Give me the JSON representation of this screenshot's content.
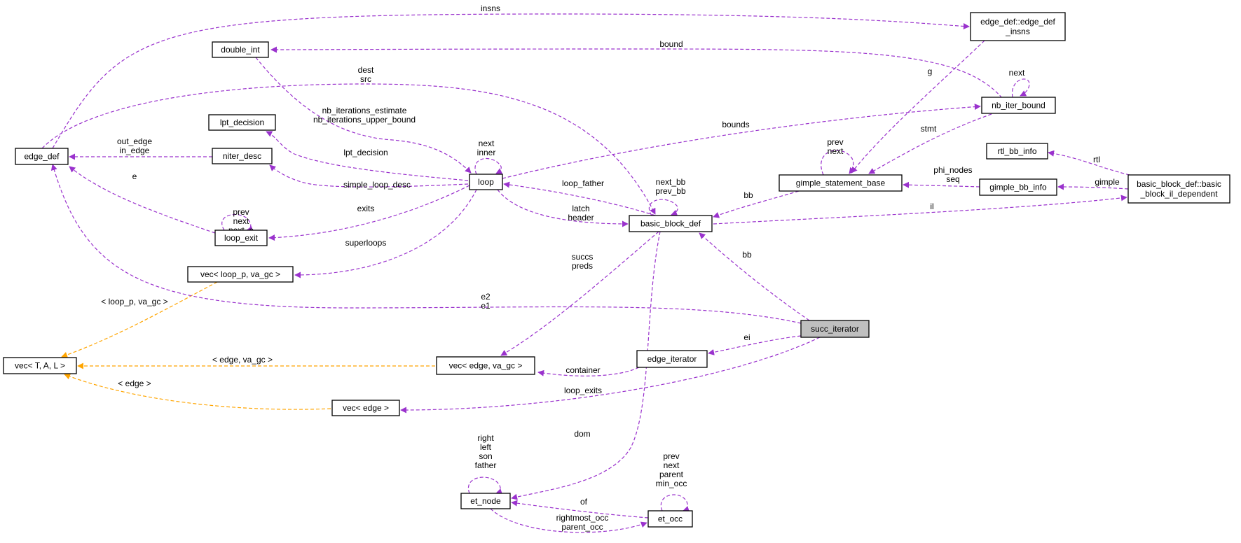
{
  "colors": {
    "member": "#9a32cd",
    "template": "#ffa500",
    "highlight_fill": "#bfbfbf"
  },
  "nodes": [
    {
      "id": "edge_def_insns",
      "lines": [
        "edge_def::edge_def",
        "_insns"
      ]
    },
    {
      "id": "double_int",
      "lines": [
        "double_int"
      ]
    },
    {
      "id": "lpt_decision",
      "lines": [
        "lpt_decision"
      ]
    },
    {
      "id": "edge_def",
      "lines": [
        "edge_def"
      ]
    },
    {
      "id": "niter_desc",
      "lines": [
        "niter_desc"
      ]
    },
    {
      "id": "loop",
      "lines": [
        "loop"
      ]
    },
    {
      "id": "nb_iter_bound",
      "lines": [
        "nb_iter_bound"
      ]
    },
    {
      "id": "rtl_bb_info",
      "lines": [
        "rtl_bb_info"
      ]
    },
    {
      "id": "gimple_statement_base",
      "lines": [
        "gimple_statement_base"
      ]
    },
    {
      "id": "gimple_bb_info",
      "lines": [
        "gimple_bb_info"
      ]
    },
    {
      "id": "basic_block_il_dependent",
      "lines": [
        "basic_block_def::basic",
        "_block_il_dependent"
      ]
    },
    {
      "id": "loop_exit",
      "lines": [
        "loop_exit"
      ]
    },
    {
      "id": "basic_block_def",
      "lines": [
        "basic_block_def"
      ]
    },
    {
      "id": "vec_loop_p",
      "lines": [
        "vec< loop_p, va_gc >"
      ]
    },
    {
      "id": "succ_iterator",
      "lines": [
        "succ_iterator"
      ],
      "highlight": true
    },
    {
      "id": "vec_tal",
      "lines": [
        "vec< T, A, L >"
      ]
    },
    {
      "id": "vec_edge_va_gc",
      "lines": [
        "vec< edge, va_gc >"
      ]
    },
    {
      "id": "edge_iterator",
      "lines": [
        "edge_iterator"
      ]
    },
    {
      "id": "vec_edge",
      "lines": [
        "vec< edge >"
      ]
    },
    {
      "id": "et_node",
      "lines": [
        "et_node"
      ]
    },
    {
      "id": "et_occ",
      "lines": [
        "et_occ"
      ]
    }
  ],
  "edges": [
    {
      "id": "insns",
      "kind": "member",
      "label": [
        "insns"
      ]
    },
    {
      "id": "bound",
      "kind": "member",
      "label": [
        "bound"
      ]
    },
    {
      "id": "dest_src",
      "kind": "member",
      "label": [
        "dest",
        "src"
      ]
    },
    {
      "id": "g",
      "kind": "member",
      "label": [
        "g"
      ]
    },
    {
      "id": "nb_next",
      "kind": "member",
      "label": [
        "next"
      ]
    },
    {
      "id": "nb_iterations",
      "kind": "member",
      "label": [
        "nb_iterations_estimate",
        "nb_iterations_upper_bound"
      ]
    },
    {
      "id": "loop_next_inner",
      "kind": "member",
      "label": [
        "next",
        "inner"
      ]
    },
    {
      "id": "bounds",
      "kind": "member",
      "label": [
        "bounds"
      ]
    },
    {
      "id": "lpt",
      "kind": "member",
      "label": [
        "lpt_decision"
      ]
    },
    {
      "id": "out_in_edge",
      "kind": "member",
      "label": [
        "out_edge",
        "in_edge"
      ]
    },
    {
      "id": "stmt",
      "kind": "member",
      "label": [
        "stmt"
      ]
    },
    {
      "id": "prev_next_gsb",
      "kind": "member",
      "label": [
        "prev",
        "next"
      ]
    },
    {
      "id": "rtl",
      "kind": "member",
      "label": [
        "rtl"
      ]
    },
    {
      "id": "e",
      "kind": "member",
      "label": [
        "e"
      ]
    },
    {
      "id": "simple_loop_desc",
      "kind": "member",
      "label": [
        "simple_loop_desc"
      ]
    },
    {
      "id": "loop_father",
      "kind": "member",
      "label": [
        "loop_father"
      ]
    },
    {
      "id": "next_prev_bb",
      "kind": "member",
      "label": [
        "next_bb",
        "prev_bb"
      ]
    },
    {
      "id": "phi_seq",
      "kind": "member",
      "label": [
        "phi_nodes",
        "seq"
      ]
    },
    {
      "id": "gimple",
      "kind": "member",
      "label": [
        "gimple"
      ]
    },
    {
      "id": "bb_gsb",
      "kind": "member",
      "label": [
        "bb"
      ]
    },
    {
      "id": "il",
      "kind": "member",
      "label": [
        "il"
      ]
    },
    {
      "id": "loop_exit_self",
      "kind": "member",
      "label": [
        "prev",
        "next",
        "next_e"
      ]
    },
    {
      "id": "exits",
      "kind": "member",
      "label": [
        "exits"
      ]
    },
    {
      "id": "latch_header",
      "kind": "member",
      "label": [
        "latch",
        "header"
      ]
    },
    {
      "id": "superloops",
      "kind": "member",
      "label": [
        "superloops"
      ]
    },
    {
      "id": "succs_preds",
      "kind": "member",
      "label": [
        "succs",
        "preds"
      ]
    },
    {
      "id": "bb_succ",
      "kind": "member",
      "label": [
        "bb"
      ]
    },
    {
      "id": "loop_p_tmpl",
      "kind": "template",
      "label": [
        "< loop_p, va_gc >"
      ]
    },
    {
      "id": "e2_e1",
      "kind": "member",
      "label": [
        "e2",
        "e1"
      ]
    },
    {
      "id": "ei",
      "kind": "member",
      "label": [
        "ei"
      ]
    },
    {
      "id": "edge_va_gc_tmpl",
      "kind": "template",
      "label": [
        "< edge, va_gc >"
      ]
    },
    {
      "id": "container",
      "kind": "member",
      "label": [
        "container"
      ]
    },
    {
      "id": "edge_tmpl",
      "kind": "template",
      "label": [
        "< edge >"
      ]
    },
    {
      "id": "loop_exits",
      "kind": "member",
      "label": [
        "loop_exits"
      ]
    },
    {
      "id": "dom",
      "kind": "member",
      "label": [
        "dom"
      ]
    },
    {
      "id": "et_node_self",
      "kind": "member",
      "label": [
        "right",
        "left",
        "son",
        "father"
      ]
    },
    {
      "id": "et_occ_self",
      "kind": "member",
      "label": [
        "prev",
        "next",
        "parent",
        "min_occ"
      ]
    },
    {
      "id": "of",
      "kind": "member",
      "label": [
        "of"
      ]
    },
    {
      "id": "rightmost_parent_occ",
      "kind": "member",
      "label": [
        "rightmost_occ",
        "parent_occ"
      ]
    }
  ]
}
